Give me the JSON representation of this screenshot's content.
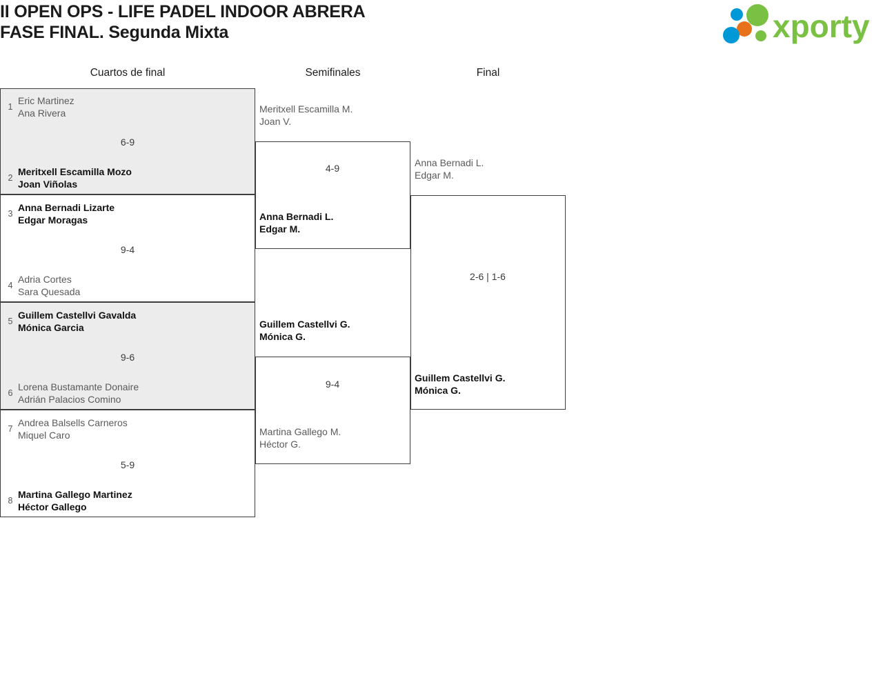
{
  "header": {
    "title_line1": "II OPEN OPS - LIFE PADEL INDOOR ABRERA",
    "title_line2": "FASE FINAL. Segunda Mixta",
    "logo_text": "xporty",
    "logo_colors": {
      "green": "#7ac143",
      "blue": "#0099d8",
      "orange": "#e8721c"
    }
  },
  "columns": {
    "quarterfinals": "Cuartos de final",
    "semifinals": "Semifinales",
    "final": "Final"
  },
  "rounds": {
    "quarterfinals": [
      {
        "score": "6-9",
        "top": {
          "seed": "1",
          "player1": "Eric Martinez",
          "player2": "Ana Rivera",
          "result": "loser"
        },
        "bottom": {
          "seed": "2",
          "player1": "Meritxell Escamilla Mozo",
          "player2": "Joan Viñolas",
          "result": "winner"
        }
      },
      {
        "score": "9-4",
        "top": {
          "seed": "3",
          "player1": "Anna Bernadi Lizarte",
          "player2": "Edgar Moragas",
          "result": "winner"
        },
        "bottom": {
          "seed": "4",
          "player1": "Adria Cortes",
          "player2": "Sara Quesada",
          "result": "loser"
        }
      },
      {
        "score": "9-6",
        "top": {
          "seed": "5",
          "player1": "Guillem Castellvi Gavalda",
          "player2": "Mónica Garcia",
          "result": "winner"
        },
        "bottom": {
          "seed": "6",
          "player1": "Lorena Bustamante Donaire",
          "player2": "Adrián Palacios Comino",
          "result": "loser"
        }
      },
      {
        "score": "5-9",
        "top": {
          "seed": "7",
          "player1": "Andrea Balsells Carneros",
          "player2": "Miquel Caro",
          "result": "loser"
        },
        "bottom": {
          "seed": "8",
          "player1": "Martina Gallego Martinez",
          "player2": "Héctor Gallego",
          "result": "winner"
        }
      }
    ],
    "semifinals": [
      {
        "score": "4-9",
        "top": {
          "player1": "Meritxell Escamilla M.",
          "player2": "Joan V.",
          "result": "loser"
        },
        "bottom": {
          "player1": "Anna Bernadi L.",
          "player2": "Edgar M.",
          "result": "winner"
        }
      },
      {
        "score": "9-4",
        "top": {
          "player1": "Guillem Castellvi G.",
          "player2": "Mónica G.",
          "result": "winner"
        },
        "bottom": {
          "player1": "Martina Gallego M.",
          "player2": "Héctor G.",
          "result": "loser"
        }
      }
    ],
    "final": [
      {
        "score": "2-6 | 1-6",
        "top": {
          "player1": "Anna Bernadi L.",
          "player2": "Edgar M.",
          "result": "loser"
        },
        "bottom": {
          "player1": "Guillem Castellvi G.",
          "player2": "Mónica G.",
          "result": "winner"
        }
      }
    ]
  }
}
